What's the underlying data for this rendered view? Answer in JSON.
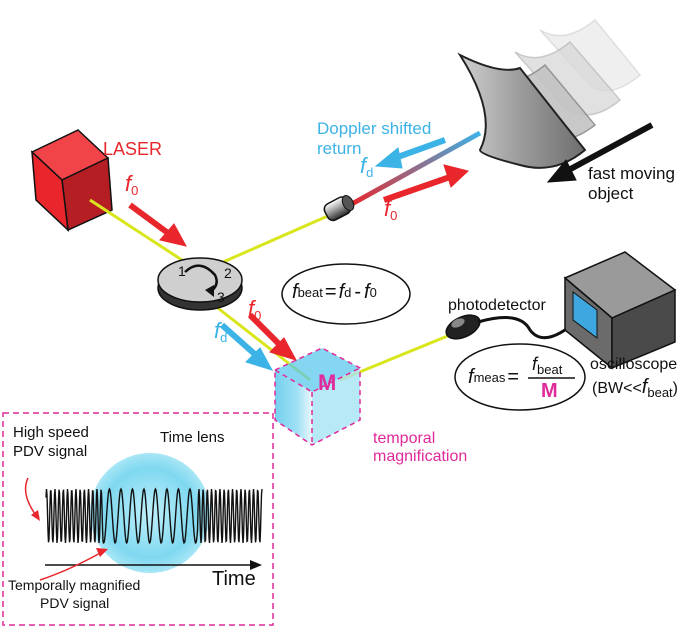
{
  "labels": {
    "laser": "LASER",
    "doppler_line1": "Doppler shifted",
    "doppler_line2": "return",
    "fast_line1": "fast moving",
    "fast_line2": "object",
    "photodetector": "photodetector",
    "oscilloscope": "oscilloscope",
    "bw_prefix": "(BW<<",
    "bw_suffix": ")",
    "temporal_line1": "temporal",
    "temporal_line2": "magnification",
    "m": "M",
    "high_speed_line1": "High speed",
    "high_speed_line2": "PDV signal",
    "time_lens": "Time lens",
    "time_axis": "Time",
    "temp_mag_line1": "Temporally magnified",
    "temp_mag_line2": "PDV signal"
  },
  "symbols": {
    "f": "f",
    "sub_0": "0",
    "sub_d": "d",
    "sub_beat": "beat",
    "sub_meas": "meas",
    "equals": "=",
    "minus": "-",
    "circulator_ports": [
      "1",
      "2",
      "3"
    ]
  },
  "colors": {
    "red": "#e8262b",
    "blue": "#3cb3e6",
    "magenta": "#e0299a",
    "fiber": "#d9e61e",
    "cyan_glow": "#7fd8f0"
  },
  "icons": [
    "laser-box",
    "circulator-disc",
    "fiber-collimator",
    "curved-mirror-object",
    "photodetector",
    "oscilloscope-box",
    "magnification-cube",
    "time-lens-circle"
  ]
}
